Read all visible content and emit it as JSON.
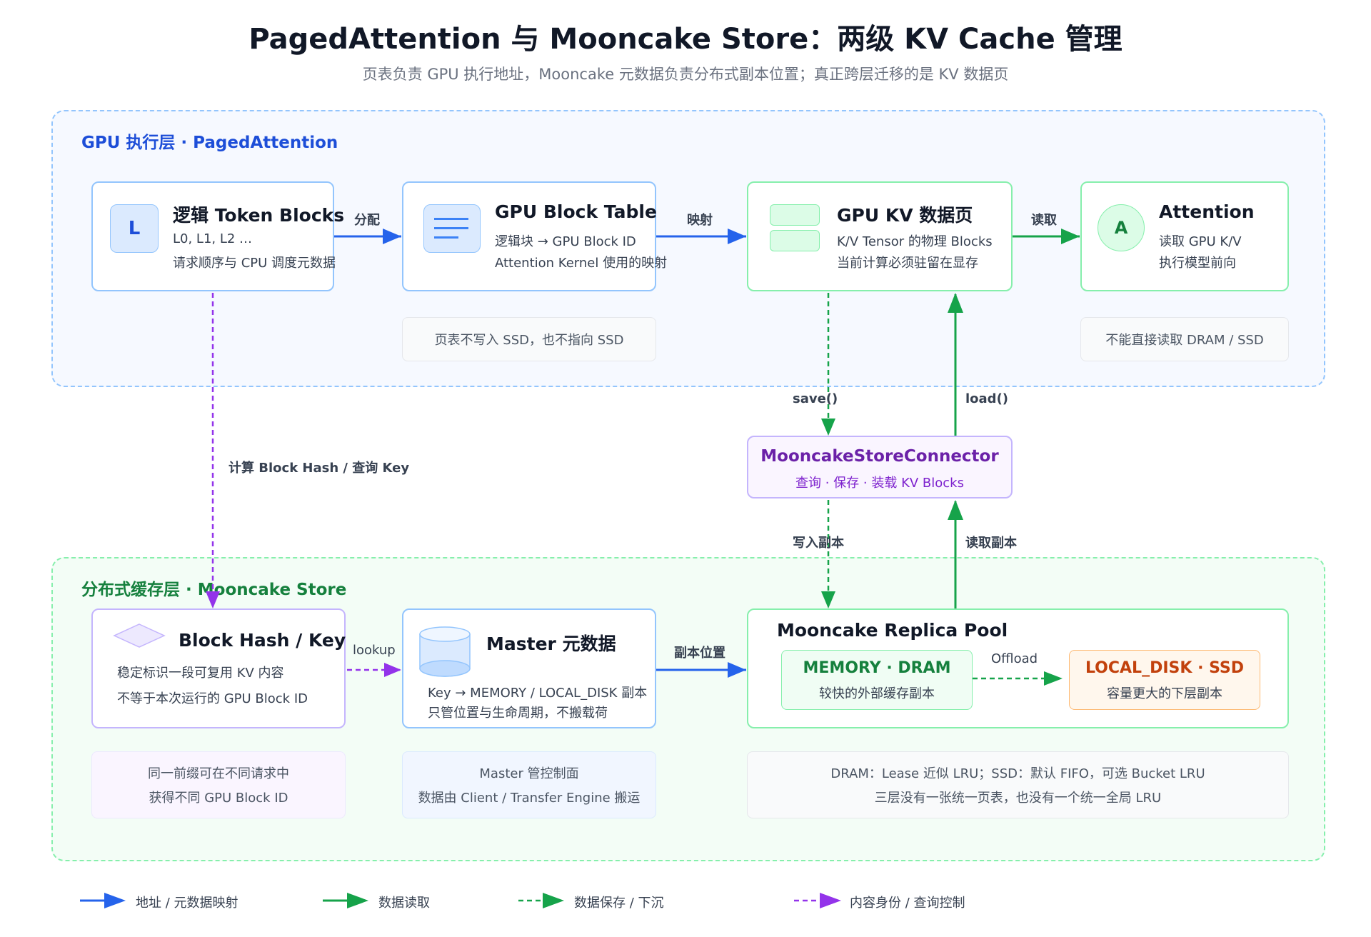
{
  "header": {
    "title": "PagedAttention 与 Mooncake Store：两级 KV Cache 管理",
    "subtitle": "页表负责 GPU 执行地址，Mooncake 元数据负责分布式副本位置；真正跨层迁移的是 KV 数据页"
  },
  "colors": {
    "blue": "#2563eb",
    "green": "#16a34a",
    "purple": "#9333ea"
  },
  "gpu_layer": {
    "title": "GPU 执行层 · PagedAttention",
    "logical_blocks": {
      "icon_letter": "L",
      "title": "逻辑 Token Blocks",
      "line1": "L0, L1, L2 …",
      "line2": "请求顺序与 CPU 调度元数据"
    },
    "block_table": {
      "title": "GPU Block Table",
      "line1": "逻辑块 → GPU Block ID",
      "line2": "Attention Kernel 使用的映射"
    },
    "kv_pages": {
      "title": "GPU KV 数据页",
      "line1": "K/V Tensor 的物理 Blocks",
      "line2": "当前计算必须驻留在显存"
    },
    "attention": {
      "icon_letter": "A",
      "title": "Attention",
      "line1": "读取 GPU K/V",
      "line2": "执行模型前向"
    },
    "note_table": "页表不写入 SSD，也不指向 SSD",
    "note_attention": "不能直接读取 DRAM / SSD"
  },
  "edges": {
    "allocate": "分配",
    "map": "映射",
    "read": "读取",
    "hash_query": "计算 Block Hash / 查询 Key",
    "save": "save()",
    "load": "load()",
    "write_replica": "写入副本",
    "read_replica": "读取副本",
    "lookup": "lookup",
    "replica_location": "副本位置",
    "offload": "Offload"
  },
  "connector": {
    "title": "MooncakeStoreConnector",
    "subtitle": "查询 · 保存 · 装载 KV Blocks"
  },
  "mooncake_layer": {
    "title": "分布式缓存层 · Mooncake Store",
    "hash_key": {
      "title": "Block Hash / Key",
      "line1": "稳定标识一段可复用 KV 内容",
      "line2": "不等于本次运行的 GPU Block ID"
    },
    "master": {
      "title": "Master 元数据",
      "line1": "Key → MEMORY / LOCAL_DISK 副本",
      "line2": "只管位置与生命周期，不搬载荷"
    },
    "replica_pool": {
      "title": "Mooncake Replica Pool",
      "memory": {
        "title": "MEMORY · DRAM",
        "subtitle": "较快的外部缓存副本"
      },
      "disk": {
        "title": "LOCAL_DISK · SSD",
        "subtitle": "容量更大的下层副本"
      }
    },
    "note_hash": [
      "同一前缀可在不同请求中",
      "获得不同 GPU Block ID"
    ],
    "note_master": [
      "Master 管控制面",
      "数据由 Client / Transfer Engine 搬运"
    ],
    "note_pool": [
      "DRAM：Lease 近似 LRU；SSD：默认 FIFO，可选 Bucket LRU",
      "三层没有一张统一页表，也没有一个统一全局 LRU"
    ]
  },
  "legend": {
    "address_mapping": "地址 / 元数据映射",
    "data_read": "数据读取",
    "data_save": "数据保存 / 下沉",
    "content_query": "内容身份 / 查询控制"
  }
}
